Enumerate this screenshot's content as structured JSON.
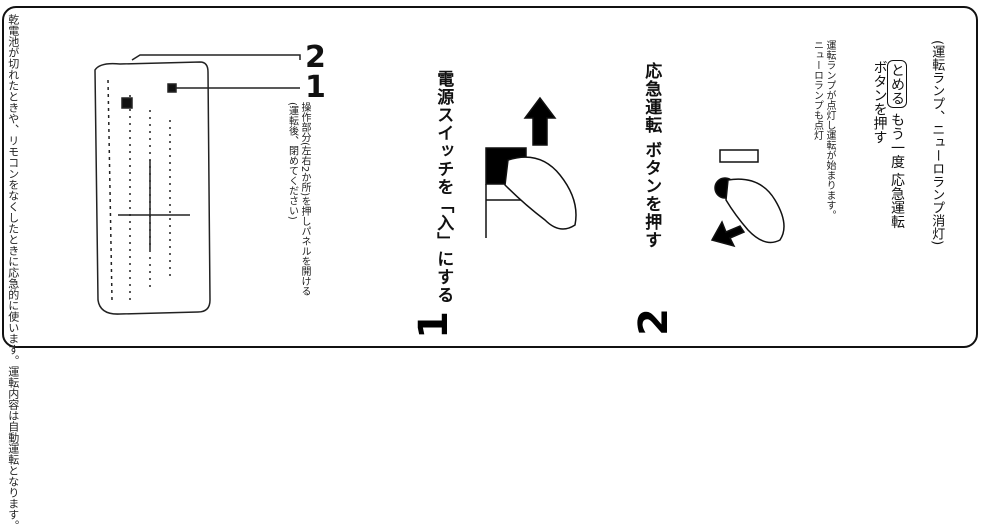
{
  "intro_text": [
    "乾電池が切れたときや、リモコンをなくしたときに応急的に使います。運転内容は自動運転となります。"
  ],
  "panel_note": [
    "操作部分(左右2か所)を押しパネルを開ける",
    "(運転後、閉めてください)"
  ],
  "callouts": {
    "one": "1",
    "two": "2"
  },
  "step1": {
    "number": "1",
    "title": "電源スイッチを「入」にする"
  },
  "step2": {
    "number": "2",
    "title": "応急運転 ボタンを押す"
  },
  "right_note": [
    "運転ランプが点灯し運転が始まります。",
    "ニューロランプも点灯"
  ],
  "reset": {
    "tag": "とめる",
    "line1": "もう一度 応急運転",
    "line2": "ボタンを押す",
    "line3": "(運転ランプ、ニューロランプ消灯)"
  }
}
